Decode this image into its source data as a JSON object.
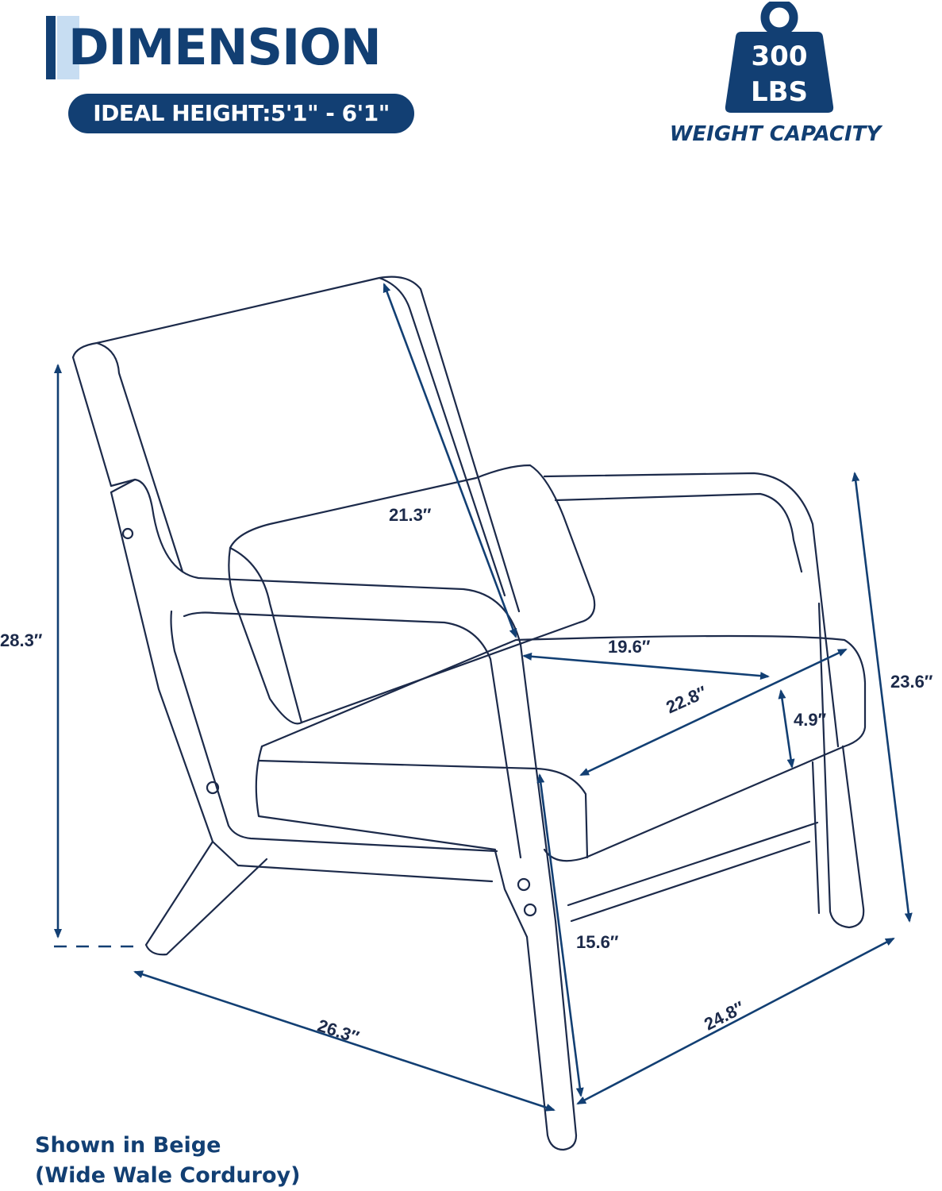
{
  "header": {
    "title": "DIMENSION",
    "ideal_height": "IDEAL HEIGHT:5'1\" - 6'1\""
  },
  "weight": {
    "value": "300",
    "unit": "LBS",
    "caption": "WEIGHT CAPACITY"
  },
  "dimensions": {
    "overall_height": "28.3″",
    "backrest_height": "21.3″",
    "seat_width": "19.6″",
    "seat_depth": "22.8″",
    "cushion_thickness": "4.9″",
    "arm_height": "23.6″",
    "seat_height": "15.6″",
    "width": "26.3″",
    "depth": "24.8″"
  },
  "footer": {
    "line1": "Shown in Beige",
    "line2": "(Wide Wale Corduroy)"
  },
  "colors": {
    "brand": "#123f73",
    "accent_light": "#c7ddf2",
    "line": "#1c2a4a"
  }
}
